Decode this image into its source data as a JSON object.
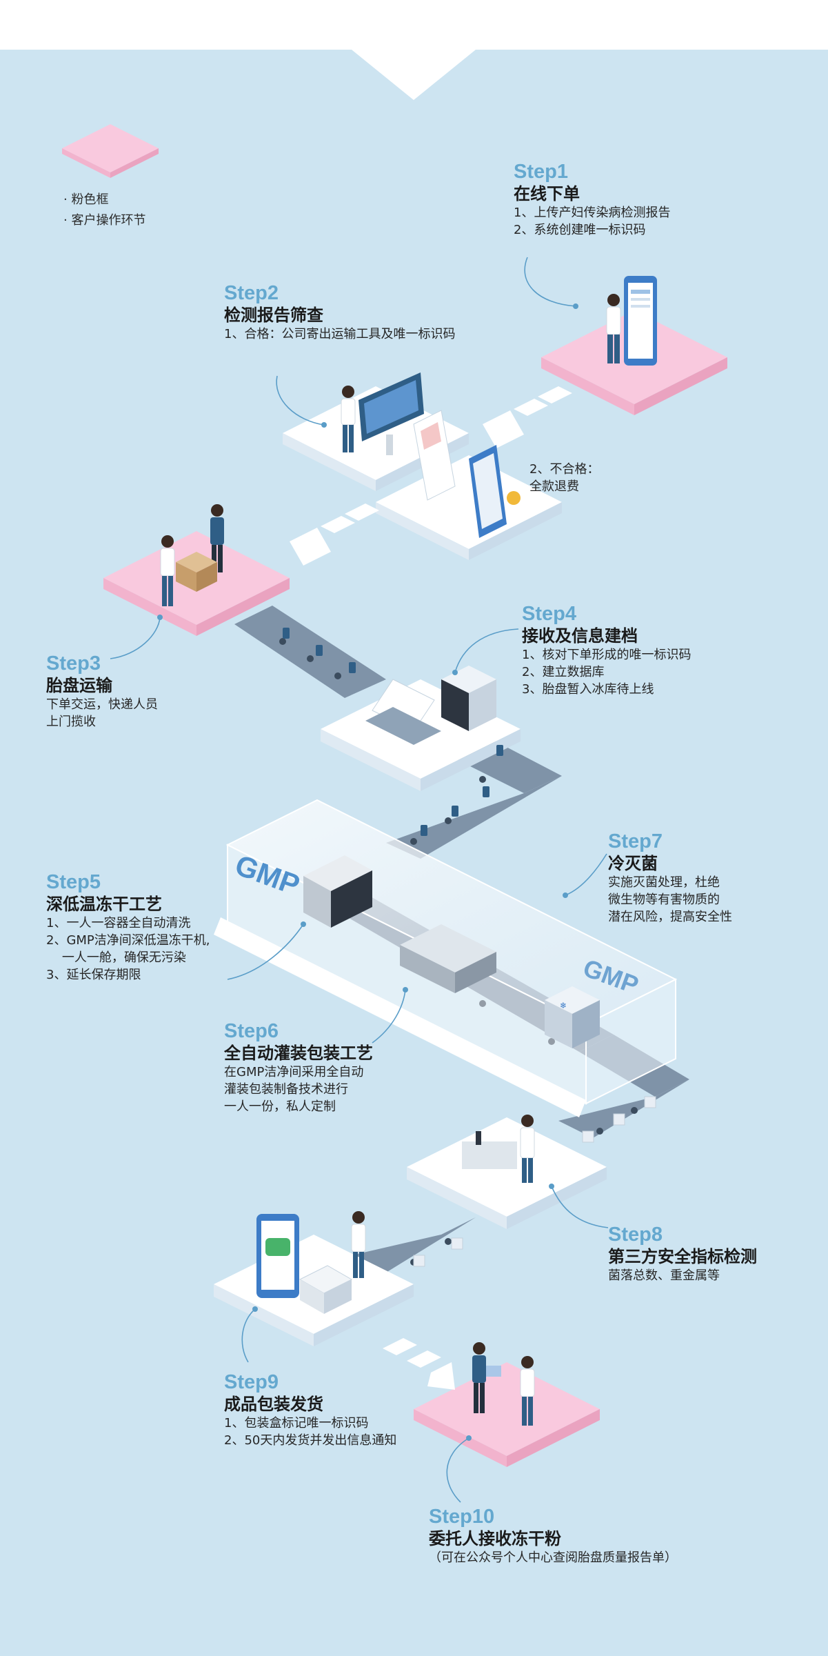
{
  "colors": {
    "background": "#cde4f1",
    "header_band": "#ffffff",
    "step_label": "#64a8cf",
    "customer_platform": "#f9c9de",
    "platform": "#ffffff",
    "conveyor": "#7f93a8",
    "accent_blue": "#3d7cc7"
  },
  "legend": {
    "swatch_icon": "pink-platform-icon",
    "lines": [
      "· 粉色框",
      "· 客户操作环节"
    ]
  },
  "gmp_labels": [
    "GMP",
    "GMP"
  ],
  "steps": [
    {
      "label": "Step1",
      "title": "在线下单",
      "lines": [
        "1、上传产妇传染病检测报告",
        "2、系统创建唯一标识码"
      ]
    },
    {
      "label": "Step2",
      "title": "检测报告筛查",
      "lines": [
        "1、合格：公司寄出运输工具及唯一标识码"
      ],
      "extra_lines": [
        "2、不合格：",
        "全款退费"
      ]
    },
    {
      "label": "Step3",
      "title": "胎盘运输",
      "lines": [
        "下单交运，快递人员",
        "上门揽收"
      ]
    },
    {
      "label": "Step4",
      "title": "接收及信息建档",
      "lines": [
        "1、核对下单形成的唯一标识码",
        "2、建立数据库",
        "3、胎盘暂入冰库待上线"
      ]
    },
    {
      "label": "Step5",
      "title": "深低温冻干工艺",
      "lines": [
        "1、一人一容器全自动清洗",
        "2、GMP洁净间深低温冻干机,",
        "    一人一舱，确保无污染",
        "3、延长保存期限"
      ]
    },
    {
      "label": "Step6",
      "title": "全自动灌装包装工艺",
      "lines": [
        "在GMP洁净间采用全自动",
        "灌装包装制备技术进行",
        "一人一份，私人定制"
      ]
    },
    {
      "label": "Step7",
      "title": "冷灭菌",
      "lines": [
        "实施灭菌处理，杜绝",
        "微生物等有害物质的",
        "潜在风险，提高安全性"
      ]
    },
    {
      "label": "Step8",
      "title": "第三方安全指标检测",
      "lines": [
        "菌落总数、重金属等"
      ]
    },
    {
      "label": "Step9",
      "title": "成品包装发货",
      "lines": [
        "1、包装盒标记唯一标识码",
        "2、50天内发货并发出信息通知"
      ]
    },
    {
      "label": "Step10",
      "title": "委托人接收冻干粉",
      "lines": [
        "（可在公众号个人中心查阅胎盘质量报告单）"
      ]
    }
  ]
}
